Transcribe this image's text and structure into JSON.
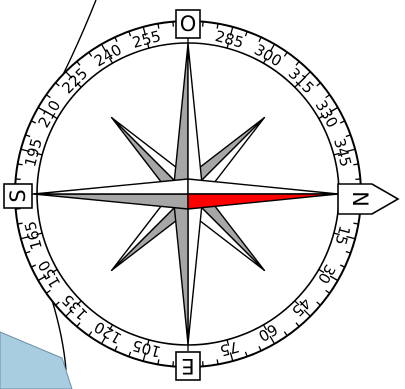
{
  "compass": {
    "cardinals": {
      "north": "N",
      "east": "E",
      "south": "S",
      "west": "O"
    },
    "degree_labels": [
      "15",
      "30",
      "45",
      "60",
      "75",
      "105",
      "120",
      "135",
      "150",
      "165",
      "195",
      "210",
      "225",
      "240",
      "255",
      "285",
      "300",
      "315",
      "330",
      "345"
    ],
    "needle_color": "#ff0000",
    "star_fill": "#a6a6a6",
    "water_color": "#a8cce0"
  }
}
